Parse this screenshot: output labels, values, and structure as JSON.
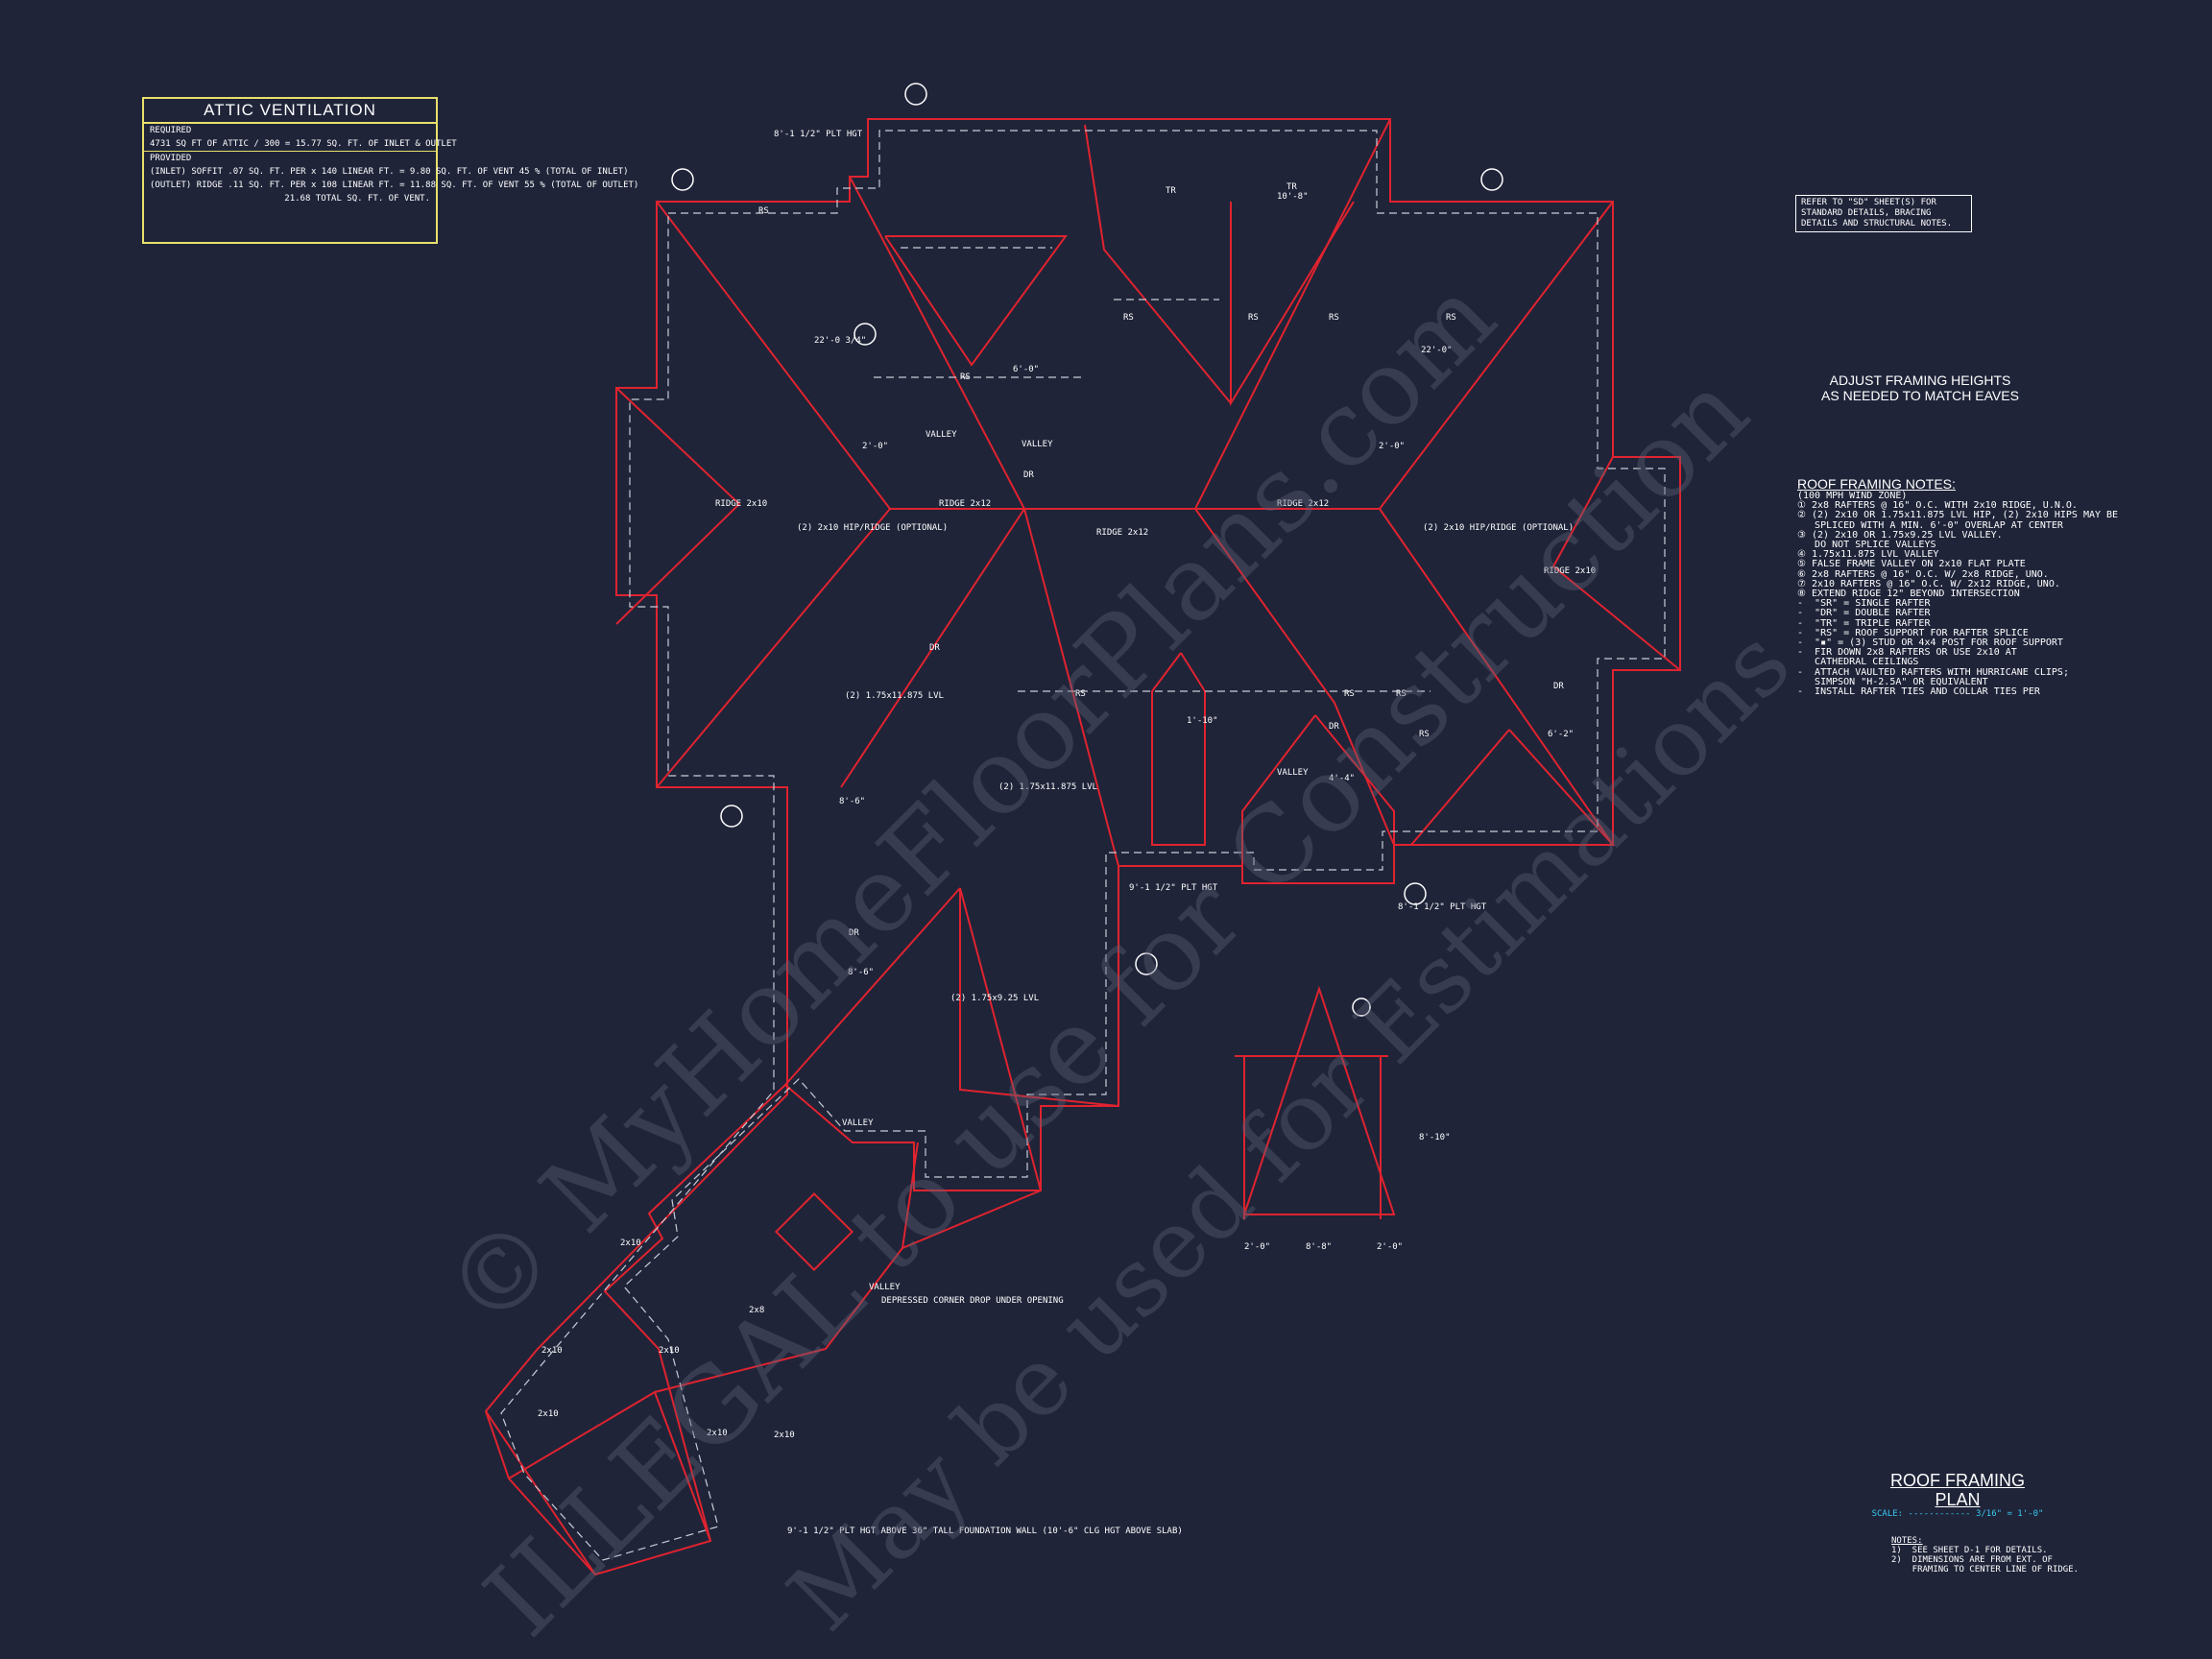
{
  "sheet_title": "ROOF FRAMING PLAN",
  "scale": "SCALE: ------------ 3/16\" = 1'-0\"",
  "attic_ventilation": {
    "title": "ATTIC VENTILATION",
    "required_label": "REQUIRED",
    "required_line": "4731  SQ FT OF ATTIC / 300 =  15.77  SQ. FT. OF INLET & OUTLET",
    "provided_label": "PROVIDED",
    "soffit_line": "(INLET) SOFFIT  .07  SQ. FT. PER x  140  LINEAR FT. = 9.80  SQ. FT. OF VENT   45 % (TOTAL OF INLET)",
    "ridge_line": "(OUTLET) RIDGE  .11  SQ. FT. PER x  108  LINEAR FT. = 11.88  SQ. FT. OF VENT   55 % (TOTAL OF OUTLET)",
    "total_line": "21.68  TOTAL SQ. FT. OF VENT."
  },
  "refer_note": "REFER TO \"SD\" SHEET(S) FOR\nSTANDARD DETAILS, BRACING\nDETAILS AND STRUCTURAL NOTES.",
  "adjust_note": [
    "ADJUST FRAMING HEIGHTS",
    "AS NEEDED TO MATCH EAVES"
  ],
  "roof_framing_notes": {
    "title": "ROOF FRAMING NOTES:",
    "lines": [
      "(100 MPH WIND ZONE)",
      "① 2x8 RAFTERS @ 16\" O.C. WITH 2x10 RIDGE, U.N.O.",
      "② (2) 2x10 OR 1.75x11.875 LVL HIP, (2) 2x10 HIPS MAY BE",
      "   SPLICED WITH A MIN. 6'-0\" OVERLAP AT CENTER",
      "③ (2) 2x10 OR 1.75x9.25 LVL VALLEY.",
      "   DO NOT SPLICE VALLEYS",
      "④ 1.75x11.875 LVL VALLEY",
      "⑤ FALSE FRAME VALLEY ON 2x10 FLAT PLATE",
      "⑥ 2x8 RAFTERS @ 16\" O.C. W/ 2x8 RIDGE, UNO.",
      "⑦ 2x10 RAFTERS @ 16\" O.C. W/ 2x12 RIDGE, UNO.",
      "⑧ EXTEND RIDGE 12\" BEYOND INTERSECTION",
      "-  \"SR\" = SINGLE RAFTER",
      "-  \"DR\" = DOUBLE RAFTER",
      "-  \"TR\" = TRIPLE RAFTER",
      "-  \"RS\" = ROOF SUPPORT FOR RAFTER SPLICE",
      "-  \"▪\" = (3) STUD OR 4x4 POST FOR ROOF SUPPORT",
      "-  FIR DOWN 2x8 RAFTERS OR USE 2x10 AT",
      "   CATHEDRAL CEILINGS",
      "-  ATTACH VAULTED RAFTERS WITH HURRICANE CLIPS;",
      "   SIMPSON \"H-2.5A\" OR EQUIVALENT",
      "-  INSTALL RAFTER TIES AND COLLAR TIES PER"
    ]
  },
  "general_notes": {
    "title": "NOTES:",
    "lines": [
      "1)  SEE SHEET D-1 FOR DETAILS.",
      "2)  DIMENSIONS ARE FROM EXT. OF",
      "    FRAMING TO CENTER LINE OF RIDGE."
    ]
  },
  "plan_labels": [
    "RS",
    "RS",
    "RS",
    "RS",
    "RS",
    "RS",
    "RS",
    "RS",
    "RS",
    "RS",
    "DR",
    "DR",
    "DR",
    "DR",
    "DR",
    "TR",
    "TR",
    "RIDGE 2x12",
    "RIDGE 2x12",
    "RIDGE 2x12",
    "RIDGE 2x10",
    "RIDGE 2x10",
    "(2) 2x10 HIP/RIDGE (OPTIONAL)",
    "(2) 2x10 HIP/RIDGE (OPTIONAL)",
    "(2) 1.75x11.875 LVL",
    "(2) 1.75x11.875 LVL",
    "(2) 1.75x9.25 LVL",
    "22'-0 3/4\"",
    "22'-0\"",
    "2'-0\"",
    "2'-0\"",
    "6'-0\"",
    "8'-6\"",
    "8'-6\"",
    "6'-2\"",
    "4'-4\"",
    "1'-10\"",
    "10'-8\"",
    "8'-8\"",
    "2'-0\"",
    "2'-0\"",
    "8'-10\"",
    "2x10",
    "2x10",
    "2x10",
    "2x10",
    "2x8",
    "2x10",
    "2x10",
    "VALLEY",
    "VALLEY",
    "VALLEY",
    "VALLEY",
    "VALLEY",
    "8'-1 1/2\" PLT HGT",
    "9'-1 1/2\" PLT HGT",
    "8'-1 1/2\" PLT HGT",
    "DEPRESSED CORNER DROP UNDER OPENING",
    "9'-1 1/2\" PLT HGT ABOVE 36\" TALL FOUNDATION WALL (10'-6\" CLG HGT ABOVE SLAB)"
  ],
  "watermark": [
    "© MyHomeFloorPlans.com",
    "ILLEGAL to use for Construction",
    "May be used for Estimations"
  ],
  "colors": {
    "background": "#1f2439",
    "roof_lines": "#e0232f",
    "dashed": "#c9ccd6",
    "vent_box": "#e8e06a",
    "scale_text": "#38c9f0"
  }
}
